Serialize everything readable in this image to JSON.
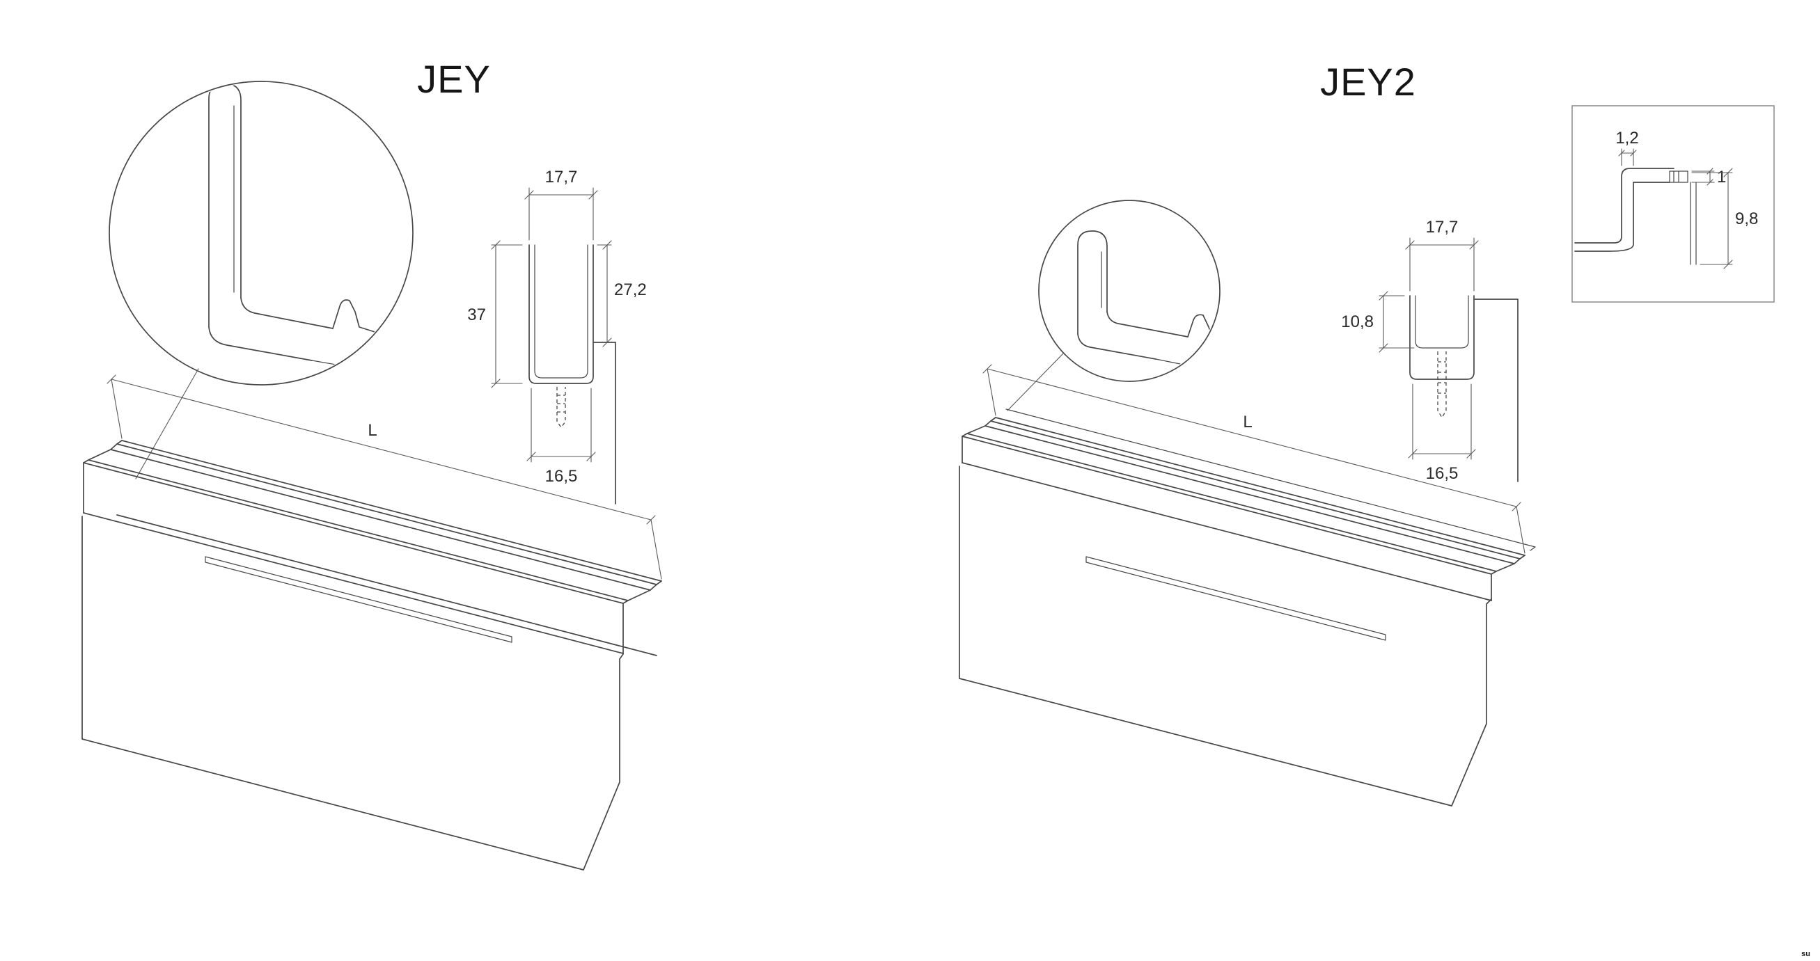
{
  "page": {
    "watermark": "su"
  },
  "jey": {
    "title": "JEY",
    "iso": {
      "length_label": "L"
    },
    "section": {
      "top_width": "17,7",
      "left_height": "37",
      "right_height": "27,2",
      "bottom_width": "16,5"
    }
  },
  "jey2": {
    "title": "JEY2",
    "iso": {
      "length_label": "L"
    },
    "section": {
      "top_width": "17,7",
      "left_height": "10,8",
      "bottom_width": "16,5"
    },
    "detail": {
      "wall_thickness": "1,2",
      "lip_offset": "1",
      "depth": "9,8"
    }
  }
}
